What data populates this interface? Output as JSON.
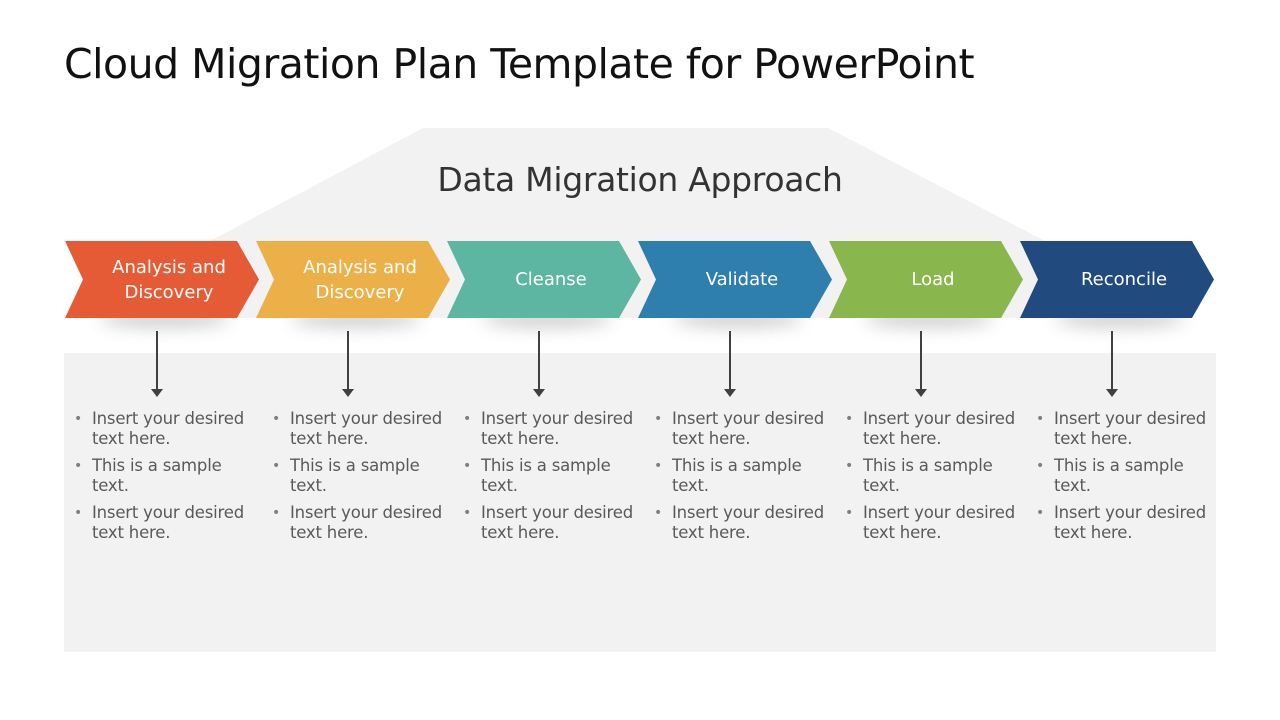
{
  "slide": {
    "title": "Cloud Migration Plan Template for PowerPoint",
    "subtitle": "Data Migration Approach"
  },
  "steps": [
    {
      "label_line1": "Analysis and",
      "label_line2": "Discovery",
      "color": "#E45B35",
      "bullets": [
        "Insert your desired text here.",
        "This is a sample text.",
        "Insert your desired text here."
      ]
    },
    {
      "label_line1": "Analysis and",
      "label_line2": "Discovery",
      "color": "#ECB049",
      "bullets": [
        "Insert your desired text here.",
        "This is a sample text.",
        "Insert your desired text here."
      ]
    },
    {
      "label_line1": "Cleanse",
      "label_line2": "",
      "color": "#5DB6A1",
      "bullets": [
        "Insert your desired text here.",
        "This is a sample text.",
        "Insert your desired text here."
      ]
    },
    {
      "label_line1": "Validate",
      "label_line2": "",
      "color": "#2E7EAE",
      "bullets": [
        "Insert your desired text here.",
        "This is a sample text.",
        "Insert your desired text here."
      ]
    },
    {
      "label_line1": "Load",
      "label_line2": "",
      "color": "#8AB64E",
      "bullets": [
        "Insert your desired text here.",
        "This is a sample text.",
        "Insert your desired text here."
      ]
    },
    {
      "label_line1": "Reconcile",
      "label_line2": "",
      "color": "#214A7E",
      "bullets": [
        "Insert your desired text here.",
        "This is a sample text.",
        "Insert your desired text here."
      ]
    }
  ],
  "colors": {
    "band_gray": "#F2F2F2",
    "arrow": "#404040",
    "bullet_text": "#595959"
  }
}
